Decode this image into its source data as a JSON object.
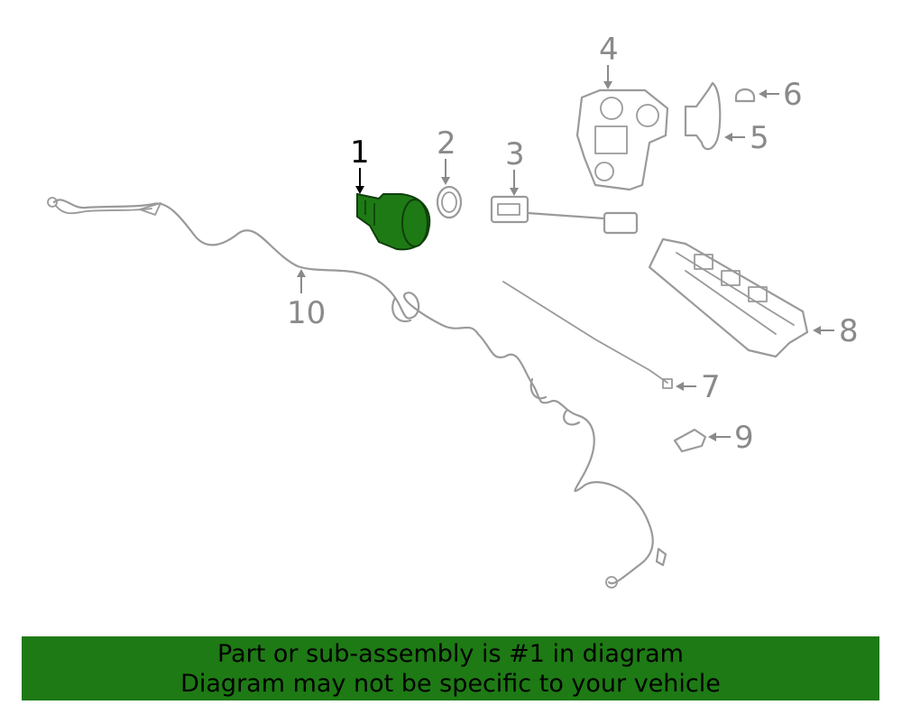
{
  "callouts": {
    "c1": "1",
    "c2": "2",
    "c3": "3",
    "c4": "4",
    "c5": "5",
    "c6": "6",
    "c7": "7",
    "c8": "8",
    "c9": "9",
    "c10": "10"
  },
  "banner": {
    "line1": "Part or sub-assembly is #1 in diagram",
    "line2": "Diagram may not be specific to your vehicle"
  },
  "colors": {
    "highlight": "#1e7a15",
    "outline": "#9a9a9a"
  }
}
